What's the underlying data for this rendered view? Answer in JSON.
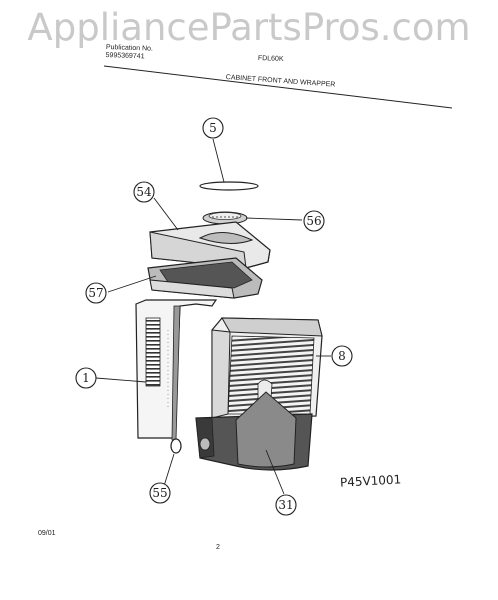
{
  "watermark": "AppliancePartsPros.com",
  "header": {
    "publication_label": "Publication No.",
    "publication_number": "5995369741",
    "model": "FDL60K",
    "section_title": "CABINET FRONT AND WRAPPER"
  },
  "callouts": [
    "5",
    "54",
    "56",
    "57",
    "1",
    "8",
    "55",
    "31"
  ],
  "diagram_code": "P45V1001",
  "date_code": "09/01",
  "page_number": "2"
}
